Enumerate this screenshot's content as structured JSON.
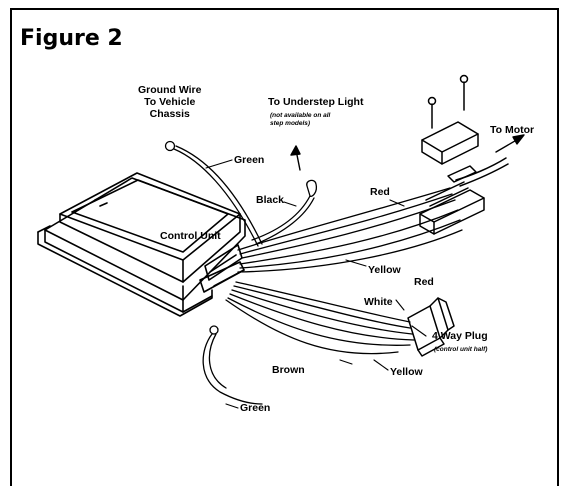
{
  "figure": {
    "title": "Figure 2"
  },
  "labels": {
    "ground_wire": [
      "Ground Wire",
      "To Vehicle",
      "Chassis"
    ],
    "understep_light": "To Understep Light",
    "understep_note": [
      "(not available on all",
      "step models)"
    ],
    "to_motor": "To Motor",
    "green_top": "Green",
    "black": "Black",
    "red_top": "Red",
    "control_unit": "Control Unit",
    "yellow_top": "Yellow",
    "red_plug": "Red",
    "white": "White",
    "four_way_plug": "4 Way Plug",
    "plug_note": "(control unit half)",
    "brown": "Brown",
    "yellow_bottom": "Yellow",
    "green_bottom": "Green"
  }
}
